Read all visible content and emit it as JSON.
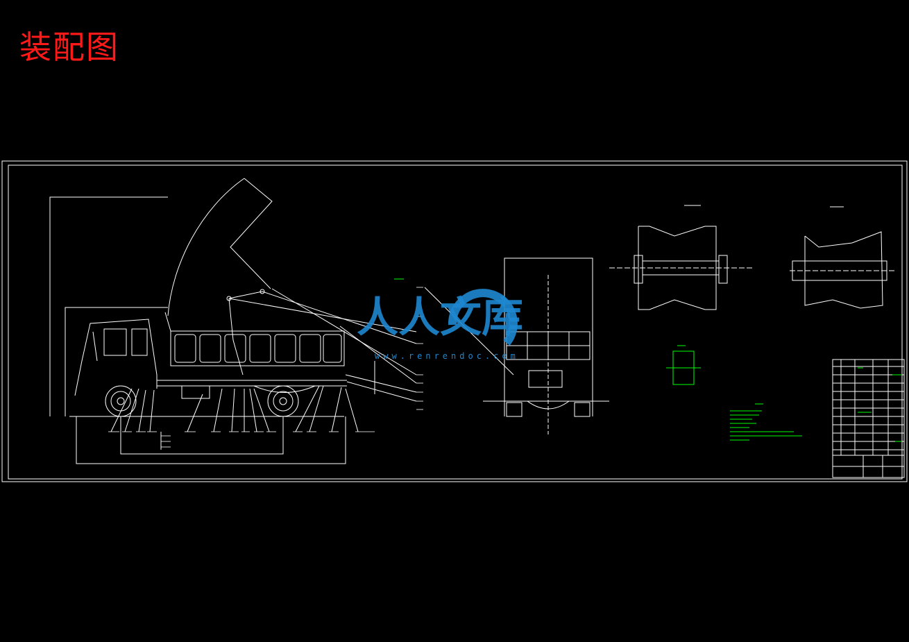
{
  "page": {
    "title": "装配图"
  },
  "watermark": {
    "logo_text": "人人文库",
    "url": "www.renrendoc.com"
  },
  "colors": {
    "background": "#000000",
    "title": "#ff1a1a",
    "lines": "#ffffff",
    "notes": "#00ff00",
    "watermark": "#1e88d0"
  }
}
